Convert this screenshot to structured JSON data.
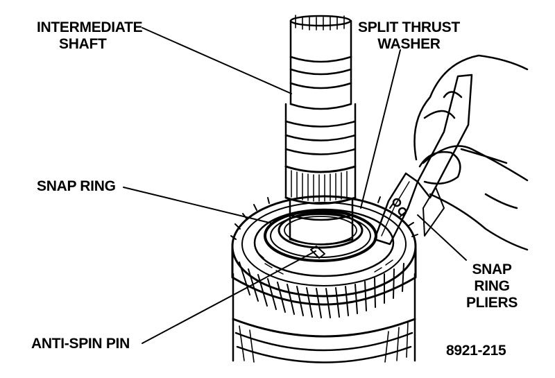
{
  "colors": {
    "ink": "#000000",
    "paper": "#ffffff"
  },
  "labels": {
    "intermediate_shaft": [
      "INTERMEDIATE",
      "SHAFT"
    ],
    "split_thrust_washer": [
      "SPLIT THRUST",
      "WASHER"
    ],
    "snap_ring": "SNAP RING",
    "snap_ring_pliers": [
      "SNAP",
      "RING",
      "PLIERS"
    ],
    "anti_spin_pin": "ANTI-SPIN PIN",
    "figure_number": "8921-215"
  }
}
